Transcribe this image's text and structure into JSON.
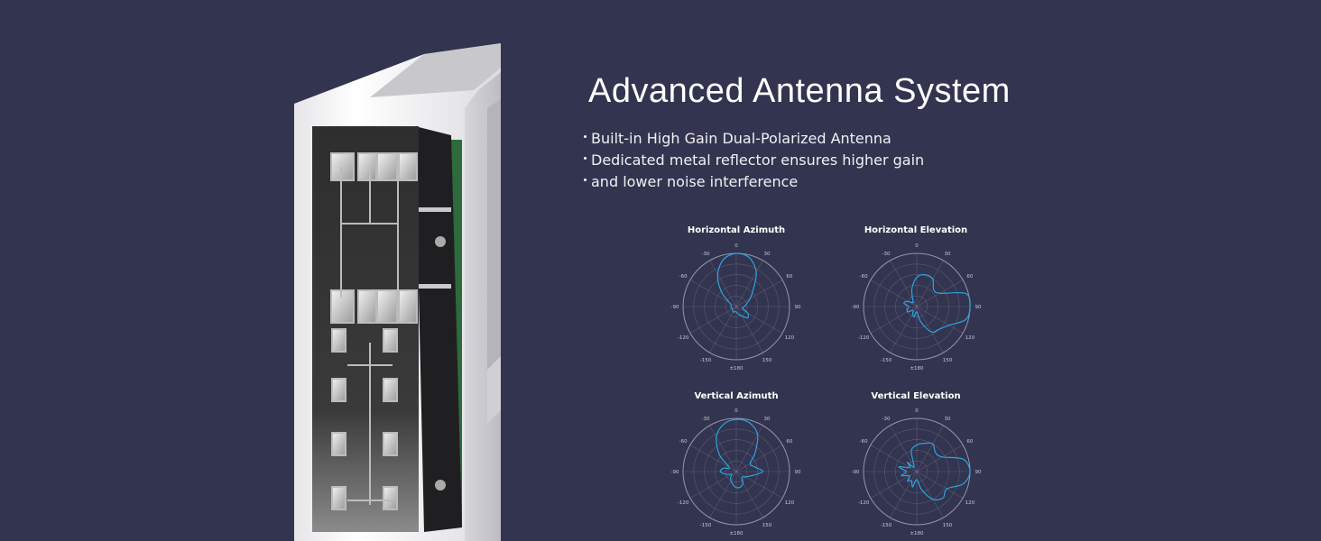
{
  "heading": "Advanced Antenna System",
  "bullets": [
    "Built-in High Gain Dual-Polarized Antenna",
    "Dedicated metal reflector ensures higher gain",
    "and lower noise interference"
  ],
  "colors": {
    "background": "#33344f",
    "pattern": "#2aa6e0",
    "grid": "#9fa0b8"
  },
  "chart_data": [
    {
      "type": "polar",
      "title": "Horizontal Azimuth",
      "angle_ticks": [
        "0",
        "30",
        "60",
        "90",
        "120",
        "150",
        "±180",
        "-150",
        "-120",
        "-90",
        "-60",
        "-30"
      ],
      "angles": [
        -180,
        -165,
        -150,
        -135,
        -120,
        -105,
        -90,
        -75,
        -60,
        -45,
        -30,
        -15,
        0,
        15,
        30,
        45,
        60,
        75,
        90,
        105,
        120,
        135,
        150,
        165
      ],
      "gain_normalized": [
        0.1,
        0.1,
        0.12,
        0.1,
        0.08,
        0.1,
        0.1,
        0.1,
        0.15,
        0.4,
        0.7,
        0.92,
        1.0,
        0.95,
        0.75,
        0.45,
        0.3,
        0.2,
        0.15,
        0.12,
        0.25,
        0.3,
        0.2,
        0.15
      ]
    },
    {
      "type": "polar",
      "title": "Horizontal Elevation",
      "angle_ticks": [
        "0",
        "30",
        "60",
        "90",
        "120",
        "150",
        "±180",
        "-150",
        "-120",
        "-90",
        "-60",
        "-30"
      ],
      "angles": [
        -180,
        -165,
        -150,
        -135,
        -120,
        -105,
        -90,
        -75,
        -60,
        -45,
        -30,
        -15,
        0,
        15,
        30,
        45,
        60,
        75,
        90,
        105,
        120,
        135,
        150,
        165
      ],
      "gain_normalized": [
        0.1,
        0.2,
        0.15,
        0.1,
        0.2,
        0.18,
        0.15,
        0.25,
        0.2,
        0.1,
        0.15,
        0.35,
        0.55,
        0.62,
        0.6,
        0.45,
        0.5,
        0.95,
        1.0,
        0.95,
        0.7,
        0.6,
        0.55,
        0.3
      ]
    },
    {
      "type": "polar",
      "title": "Vertical Azimuth",
      "angle_ticks": [
        "0",
        "30",
        "60",
        "90",
        "120",
        "150",
        "±180",
        "-150",
        "-120",
        "-90",
        "-60",
        "-30"
      ],
      "angles": [
        -180,
        -165,
        -150,
        -135,
        -120,
        -105,
        -90,
        -75,
        -60,
        -45,
        -30,
        -15,
        0,
        15,
        30,
        45,
        60,
        75,
        90,
        105,
        120,
        135,
        150,
        165
      ],
      "gain_normalized": [
        0.3,
        0.25,
        0.2,
        0.15,
        0.1,
        0.2,
        0.3,
        0.25,
        0.15,
        0.45,
        0.75,
        0.92,
        0.98,
        0.95,
        0.8,
        0.5,
        0.3,
        0.35,
        0.5,
        0.3,
        0.2,
        0.15,
        0.25,
        0.3
      ]
    },
    {
      "type": "polar",
      "title": "Vertical Elevation",
      "angle_ticks": [
        "0",
        "30",
        "60",
        "90",
        "120",
        "150",
        "±180",
        "-150",
        "-120",
        "-90",
        "-60",
        "-30"
      ],
      "angles": [
        -180,
        -165,
        -150,
        -135,
        -120,
        -105,
        -90,
        -75,
        -60,
        -45,
        -30,
        -15,
        0,
        15,
        30,
        45,
        60,
        75,
        90,
        105,
        120,
        135,
        150,
        165
      ],
      "gain_normalized": [
        0.15,
        0.3,
        0.2,
        0.25,
        0.15,
        0.3,
        0.2,
        0.35,
        0.15,
        0.25,
        0.1,
        0.4,
        0.5,
        0.55,
        0.6,
        0.5,
        0.55,
        0.9,
        1.0,
        0.9,
        0.65,
        0.7,
        0.6,
        0.35
      ]
    }
  ]
}
